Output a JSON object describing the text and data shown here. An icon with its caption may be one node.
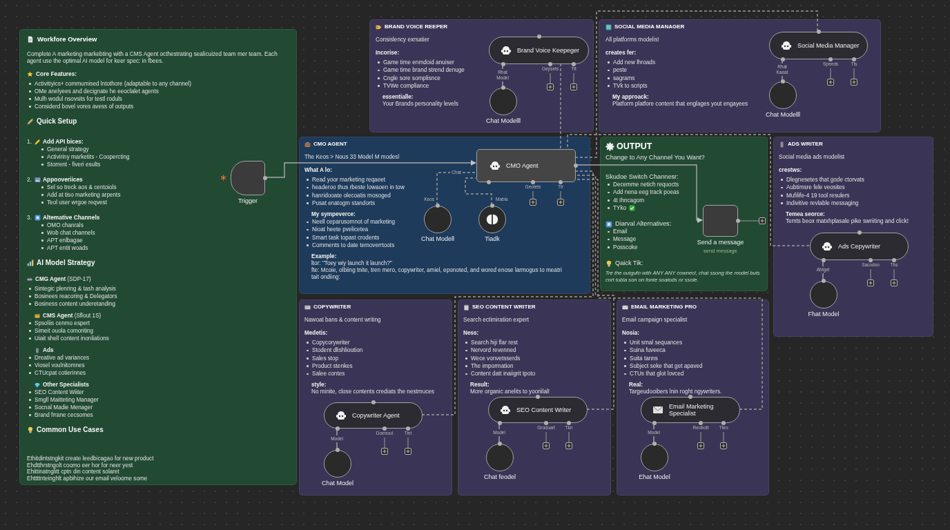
{
  "diagram": {
    "nodes": [
      {
        "text": [
          "Workfore Overview",
          "Complete A marketing markebting with a CMS Agent octhestrating sealicuized team mer team. Each agent use the optimal AI model for keer spec: in fbees.",
          "Core Features:",
          "Activitiyics+ commumised lntothore (adaptable to any channel)",
          "OMe anelyees and decignate he eeoclalet agents",
          "Mulh wodul nsovsits for testl roduls",
          "Considerd bovel vores avess of outputs",
          "Quick Setup",
          "1.",
          "Add API bices:",
          "General strategy",
          "Activiriny marketits - Coopercting",
          "Storrent - fiveri esults",
          "2.",
          "Appooveriices",
          "Sel so treck aos & centoiols",
          "Add at tiso marketing arpents",
          "Teol user wrgoe reqvest",
          "3.",
          "Altemative Channels",
          "OMO chanrals",
          "Wob chat channels",
          "APT enlbagae",
          "APT entit woads",
          "AI Model Strategy",
          "**CMG Agent** (SDP-17)",
          "Sintegic plenring & tash analysis",
          "Bosinees reacoring & Delegators",
          "Bosiness content underetanding",
          "**CMS Agent** (Sflout 1S)",
          "Spsoliis cenmo espert",
          "Simeit ouola comoriting",
          "Uiait shell content inonliations",
          "Ads",
          "Dreative ad variances",
          "Viosel voulnitomnes",
          "CTUcpat cotierinnes",
          "Other Specialists",
          "SEO Content Wiiter",
          "Smgll Maitteting Manager",
          "Socnal Madie Menager",
          "Brand frrane cecsomes",
          "Common Use Cases",
          "Ethitdintstngkit create leedbicagao for new product",
          "Ehdtthrstngolt coomo eer hor for neer yest",
          "Ehittinatnglitt cptn din content solaret",
          "Ehttttnteinghlt apbihize our email veloome some"
        ]
      },
      {
        "text": [
          "Trigger"
        ],
        "in": 0
      },
      {
        "text": [
          "BRAND VOICE REEPER",
          "Consislency exrsatier",
          "Incorise:",
          "Game time enmdoid anuiser",
          "Game time brand strend denuge",
          "Cngle sore somplisnce",
          "TVWe compliance",
          "essentialle:",
          "Your Brands personality levels"
        ]
      },
      {
        "text": [
          "Brand Voice Keepeger"
        ],
        "in": 2,
        "beside": [
          "Gepsets",
          "Ttt"
        ]
      },
      {
        "text": [
          "Chat Modelll"
        ],
        "in": 2
      },
      {
        "text": [
          "SOCIAL MEDIA MANAGER",
          "All platforms modelis!",
          "creates fer:",
          "Add new lhroads",
          "peste",
          "sagrams",
          "TVk to scripts",
          "My approack:",
          "Platform platfore content that englages yout engayees"
        ]
      },
      {
        "text": [
          "Social Media Manager"
        ],
        "in": 5,
        "beside": [
          "Speeds",
          "Tts"
        ]
      },
      {
        "text": [
          "Chat Modelll"
        ],
        "in": 5
      },
      {
        "text": [
          "CMO AGENT",
          "The Keos > Nous 33 Model M modesl",
          "What A lo:",
          "Read yoor marketing reqaeet",
          "headeroo thus rbeste lowaoen in tow",
          "hanridooate olecoatis mosoged",
          "Pusat enatogm standorts",
          "My sympeverce:",
          "Neell ceparusomnot of marketing",
          "Nioat heete pvelicetea",
          "Smart task topast crodents",
          "Comments to date temoverrtoots",
          "Example:",
          "ltor: \"Toey wiy launch it launch?\"",
          "fte: Mcoie, olbiing tnite, tren mero, copywriter, amiel, eponoted, and wored enose larmogus to meatri tait ondiing:"
        ]
      },
      {
        "text": [
          "CMO Agent"
        ],
        "in": 8,
        "beside": [
          "Geotets",
          "Ttr"
        ]
      },
      {
        "text": [
          "Chat Modell"
        ],
        "in": 8,
        "beside": [
          "Keos"
        ]
      },
      {
        "text": [
          "Tiadk"
        ],
        "in": 8,
        "beside": [
          "Mabia"
        ]
      },
      {
        "text": [
          "OUTPUT",
          "Change to Any Channel You Want?",
          "Skudoe Switch Channesr:",
          "Decemme netich requocts",
          "Add nena eeg track poeas",
          "4t Ihncagom",
          "TYko",
          "Diarval Alternatives:",
          "Email",
          "Message",
          "Posscoke",
          "Qaick Tik:",
          "Tre the outgufo with ANY ANY cownecl, chat ssong the model buts cort tubla son on fonte soatods or ssole."
        ]
      },
      {
        "text": [
          "Send a message"
        ],
        "in": 12,
        "beside": [
          "send message"
        ]
      },
      {
        "text": [
          "ADS WRITER",
          "Social media ads modelist",
          "crestws:",
          "Dlegnesetes that gode ctorvats",
          "Aubtimsre fele veosites",
          "Mufilife-4 19 tool resulers",
          "Indivitive revlable messaging",
          "Temea seorce:",
          "Temts beox matxhplasale pike swriiting and click!"
        ]
      },
      {
        "text": [
          "Ads Cepywriter"
        ],
        "in": 14,
        "beside": [
          "Sacodoo",
          "Tbs"
        ]
      },
      {
        "text": [
          "Fhat Model"
        ],
        "in": 14
      },
      {
        "text": [
          "COPYWRITER",
          "Nawoat bans & content writing",
          "Medetis:",
          "Copycorywriter",
          "Stodent dlishlioution",
          "Sales stop",
          "Product stenkes",
          "Salee contes",
          "style:",
          "No minite, close contents crediats the nestmuces"
        ]
      },
      {
        "text": [
          "Copywriter Agent"
        ],
        "in": 17,
        "beside": [
          "Doenout",
          "Tint"
        ]
      },
      {
        "text": [
          "Chat Model"
        ],
        "in": 17
      },
      {
        "text": [
          "SEO CONTENT WRITER",
          "Search ectimiration expert",
          "Ness:",
          "Search hiji flar rest",
          "Nervord revenned",
          "Wece vonvetsserds",
          "The impormation",
          "Content datt inaiigrit tpoto",
          "Result:",
          "More organic anelits to yooriilal!"
        ]
      },
      {
        "text": [
          "SEO Content Writer"
        ],
        "in": 20,
        "beside": [
          "Groduart",
          "Tkn"
        ]
      },
      {
        "text": [
          "Chat feodel"
        ],
        "in": 20
      },
      {
        "text": [
          "EMAIL MARKETING PRO",
          "Email campaign specialist",
          "Nosia:",
          "Unit smal sequances",
          "Suina fuveeca",
          "Suita tanns",
          "Subject seke that get apaved",
          "CTUs that glot lovced",
          "Real:",
          "Targeudooibers lnin roght ngywriters."
        ]
      },
      {
        "text": [
          "Email Marketing Specialist"
        ],
        "in": 23,
        "beside": [
          "Reobott",
          "Tteo"
        ]
      },
      {
        "text": [
          "Ehat Model"
        ],
        "in": 23
      }
    ],
    "edges": [
      {
        "from": 1,
        "to": 9,
        "arrow": "to"
      },
      {
        "from": 9,
        "to": 13,
        "arrow": "to"
      },
      {
        "from": 10,
        "to": 9,
        "arrow": "none",
        "style": "dashed",
        "label": "Chat"
      },
      {
        "from": 11,
        "to": 9,
        "arrow": "none",
        "style": "dashed"
      },
      {
        "from": 3,
        "to": 9,
        "arrow": "none",
        "style": "dashed"
      },
      {
        "from": 6,
        "to": 9,
        "arrow": "none",
        "style": "dashed"
      },
      {
        "from": 15,
        "to": 9,
        "arrow": "none",
        "style": "dashed"
      },
      {
        "from": 18,
        "to": 9,
        "arrow": "none",
        "style": "dashed"
      },
      {
        "from": 21,
        "to": 9,
        "arrow": "none",
        "style": "dashed"
      },
      {
        "from": 24,
        "to": 9,
        "arrow": "none",
        "style": "dashed"
      },
      {
        "from": 4,
        "to": 3,
        "arrow": "none",
        "label": "Rhat Model"
      },
      {
        "from": 7,
        "to": 6,
        "arrow": "none",
        "label": "Rhat Kaeat"
      },
      {
        "from": 16,
        "to": 15,
        "arrow": "none",
        "label": "Abtgel"
      },
      {
        "from": 19,
        "to": 18,
        "arrow": "none",
        "label": "Model"
      },
      {
        "from": 22,
        "to": 21,
        "arrow": "none",
        "label": "Model"
      },
      {
        "from": 25,
        "to": 24,
        "arrow": "none",
        "label": "Model"
      }
    ]
  }
}
